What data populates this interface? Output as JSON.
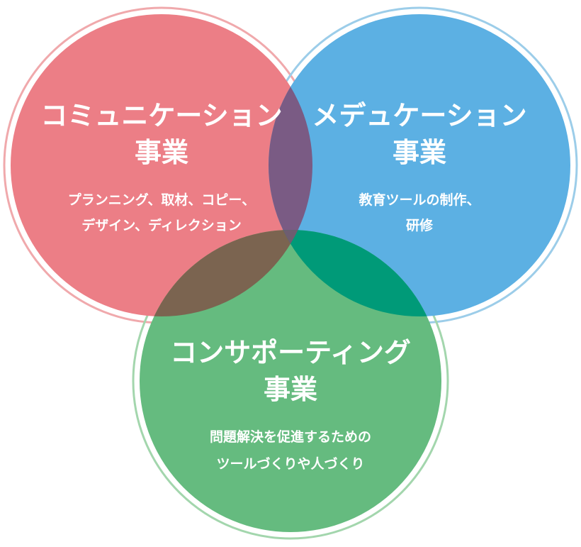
{
  "circles": {
    "communication": {
      "title_line1": "コミュニケーション",
      "title_line2": "事業",
      "desc_line1": "プランニング、取材、コピー、",
      "desc_line2": "デザイン、ディレクション",
      "fill_color": "#ec7e86",
      "ring_color": "#f0a9ac"
    },
    "meducation": {
      "title_line1": "メデュケーション",
      "title_line2": "事業",
      "desc_line1": "教育ツールの制作、",
      "desc_line2": "研修",
      "fill_color": "#5cb0e3",
      "ring_color": "#9ccde9"
    },
    "consulting": {
      "title_line1": "コンサポーティング",
      "title_line2": "事業",
      "desc_line1": "問題解決を促進するための",
      "desc_line2": "ツールづくりや人づくり",
      "fill_color": "#65bb7f",
      "ring_color": "#a3d6ad"
    }
  },
  "overlap_colors": {
    "communication_meducation": "#7a5b84",
    "communication_consulting": "#7b6450",
    "meducation_consulting": "#009a78",
    "center": "#6e5d70"
  }
}
